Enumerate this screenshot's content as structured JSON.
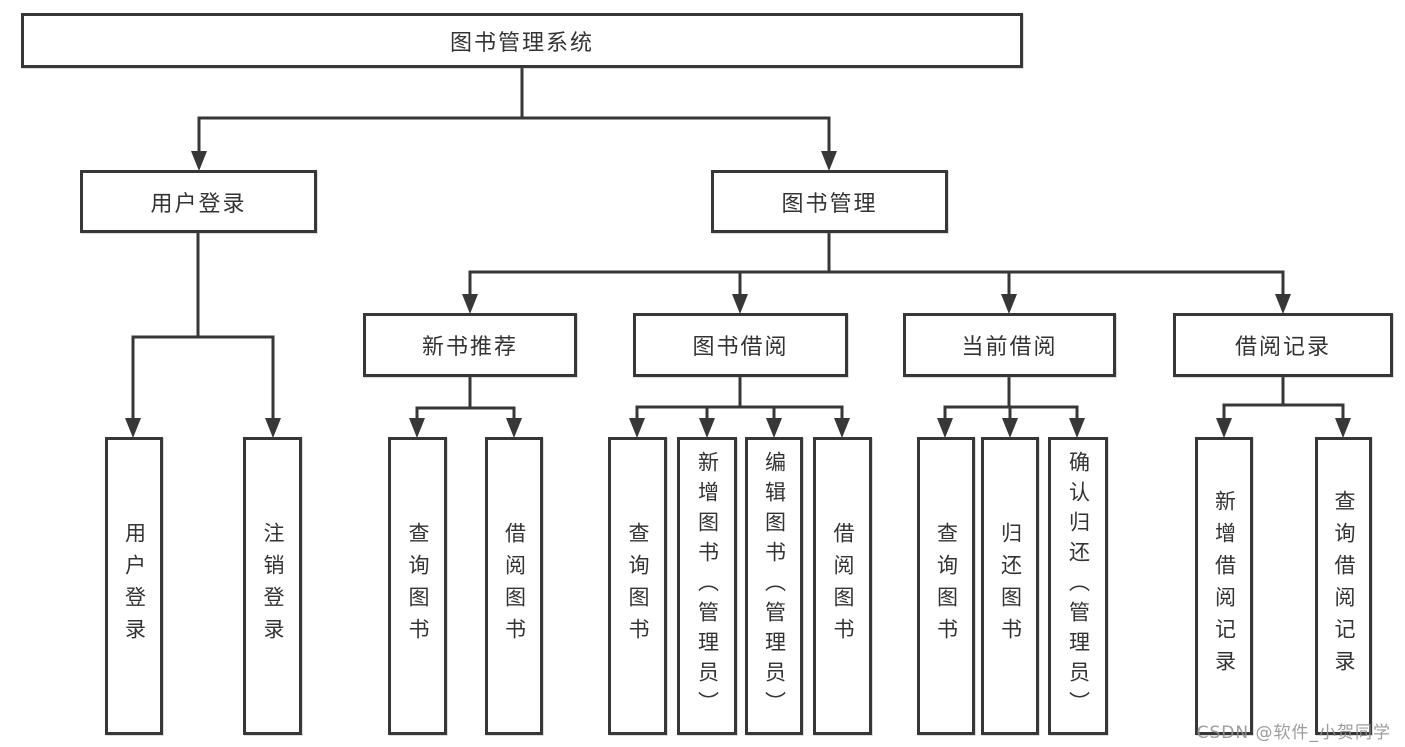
{
  "diagram": {
    "root": {
      "label": "图书管理系统"
    },
    "level2": [
      {
        "label": "用户登录"
      },
      {
        "label": "图书管理"
      }
    ],
    "level3": [
      {
        "label": "新书推荐"
      },
      {
        "label": "图书借阅"
      },
      {
        "label": "当前借阅"
      },
      {
        "label": "借阅记录"
      }
    ],
    "leaves": {
      "user_login": [
        "用户登录",
        "注销登录"
      ],
      "new_book": [
        "查询图书",
        "借阅图书"
      ],
      "book_borrow": [
        "查询图书",
        "新增图书（管理员）",
        "编辑图书（管理员）",
        "借阅图书"
      ],
      "current_borrow": [
        "查询图书",
        "归还图书",
        "确认归还（管理员）"
      ],
      "borrow_record": [
        "新增借阅记录",
        "查询借阅记录"
      ]
    }
  },
  "watermark": "CSDN @软件_小贺同学",
  "colors": {
    "line": "#373737",
    "text": "#333333",
    "background": "#ffffff",
    "watermark": "#919191"
  }
}
